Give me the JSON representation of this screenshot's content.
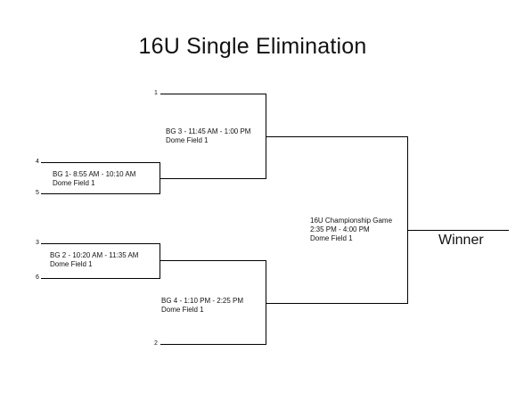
{
  "title": "16U Single Elimination",
  "seeds": [
    "1",
    "4",
    "5",
    "3",
    "6",
    "2"
  ],
  "games": {
    "bg1": {
      "line1": "BG 1- 8:55 AM - 10:10 AM",
      "line2": "Dome Field 1"
    },
    "bg2": {
      "line1": "BG 2 - 10:20 AM - 11:35 AM",
      "line2": "Dome Field 1"
    },
    "bg3": {
      "line1": "BG 3 - 11:45 AM - 1:00 PM",
      "line2": "Dome Field 1"
    },
    "bg4": {
      "line1": "BG 4 - 1:10 PM - 2:25 PM",
      "line2": "Dome Field 1"
    },
    "championship": {
      "line1": "16U Championship Game",
      "line2": "2:35 PM - 4:00 PM",
      "line3": "Dome Field 1"
    }
  },
  "winner_label": "Winner"
}
